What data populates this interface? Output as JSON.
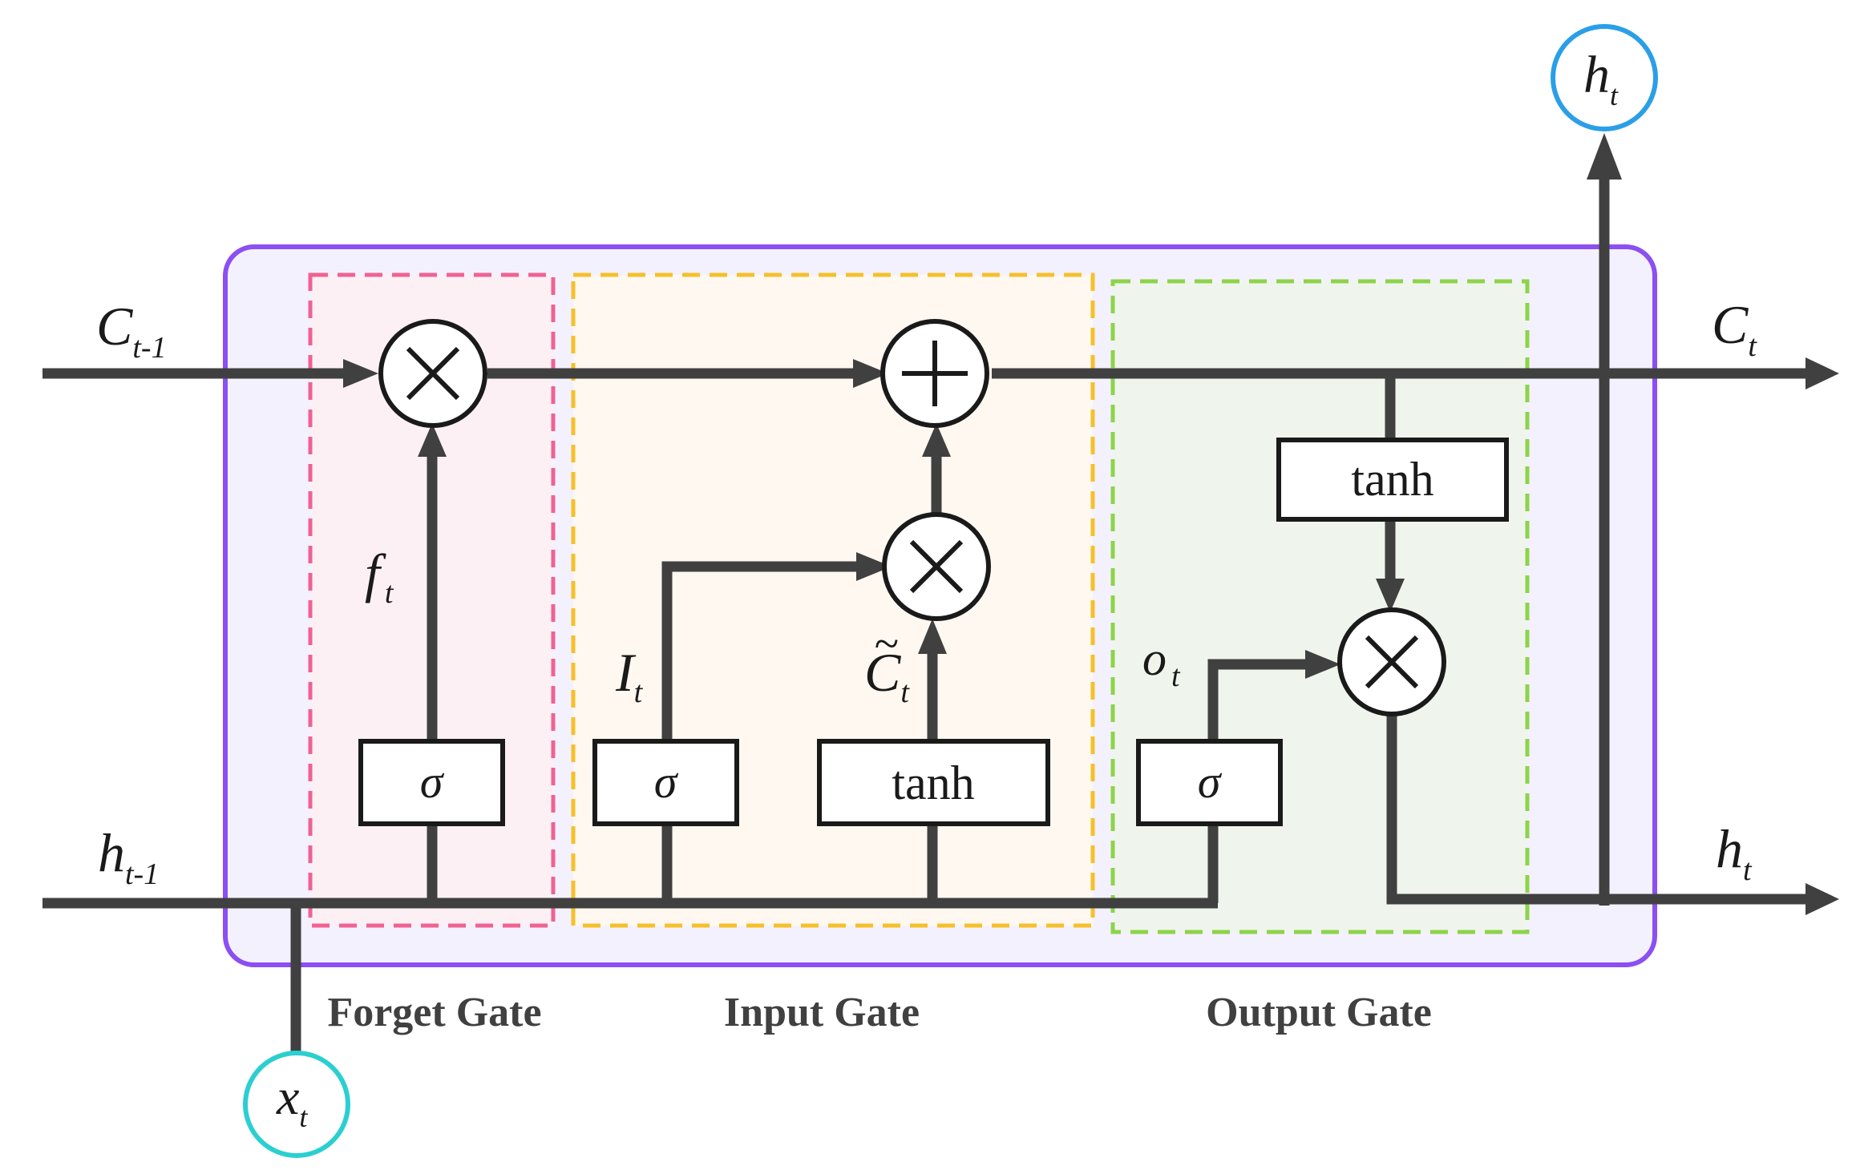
{
  "colors": {
    "cell_border": "#8b4ff2",
    "cell_fill": "#f4f1fe",
    "forget_border": "#f06292",
    "forget_fill": "#fdf0f4",
    "input_border": "#f6c02a",
    "input_fill": "#fef8f0",
    "output_border": "#8ed34a",
    "output_fill": "#eff5ec",
    "xt_circle": "#2ccfd0",
    "ht_circle": "#2a9fe8",
    "line": "#404040"
  },
  "labels": {
    "c_prev": {
      "main": "C",
      "sub": "t-1"
    },
    "h_prev": {
      "main": "h",
      "sub": "t-1"
    },
    "c_t": {
      "main": "C",
      "sub": "t"
    },
    "h_t_right": {
      "main": "h",
      "sub": "t"
    },
    "h_t_top": {
      "main": "h",
      "sub": "t"
    },
    "x_t": {
      "main": "x",
      "sub": "t"
    },
    "f_t": {
      "main": "f",
      "sub": "t"
    },
    "i_t": {
      "main": "I",
      "sub": "t"
    },
    "c_tilde": {
      "tilde": "~",
      "main": "C",
      "sub": "t"
    },
    "o_t": {
      "main": "o",
      "sub": "t"
    }
  },
  "boxes": {
    "forget_sigma": "σ",
    "input_sigma": "σ",
    "input_tanh": "tanh",
    "output_sigma": "σ",
    "cell_tanh": "tanh"
  },
  "gates": {
    "forget": "Forget Gate",
    "input": "Input Gate",
    "output": "Output Gate"
  }
}
